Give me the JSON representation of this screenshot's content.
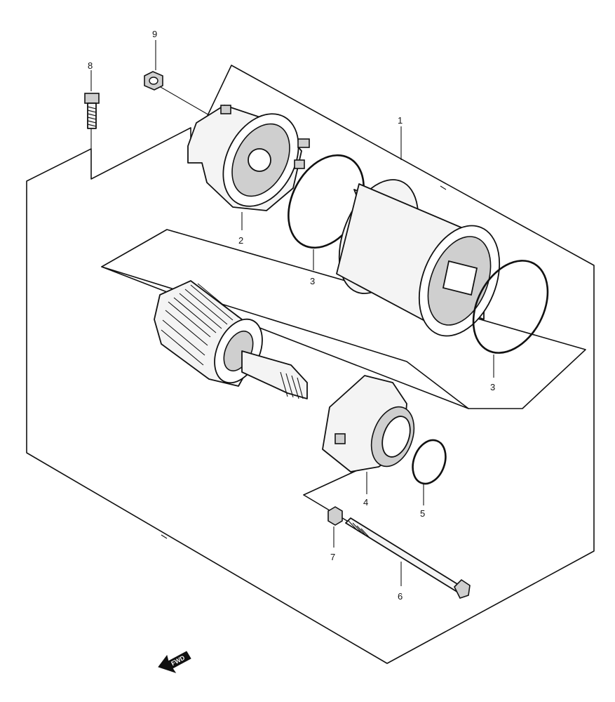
{
  "callouts": [
    {
      "id": "1",
      "text": "1"
    },
    {
      "id": "2",
      "text": "2"
    },
    {
      "id": "3a",
      "text": "3"
    },
    {
      "id": "3b",
      "text": "3"
    },
    {
      "id": "4",
      "text": "4"
    },
    {
      "id": "5",
      "text": "5"
    },
    {
      "id": "6",
      "text": "6"
    },
    {
      "id": "7",
      "text": "7"
    },
    {
      "id": "8",
      "text": "8"
    },
    {
      "id": "9",
      "text": "9"
    }
  ],
  "direction_arrow": {
    "text": "FWD",
    "icon": "forward-direction-arrow-icon"
  }
}
